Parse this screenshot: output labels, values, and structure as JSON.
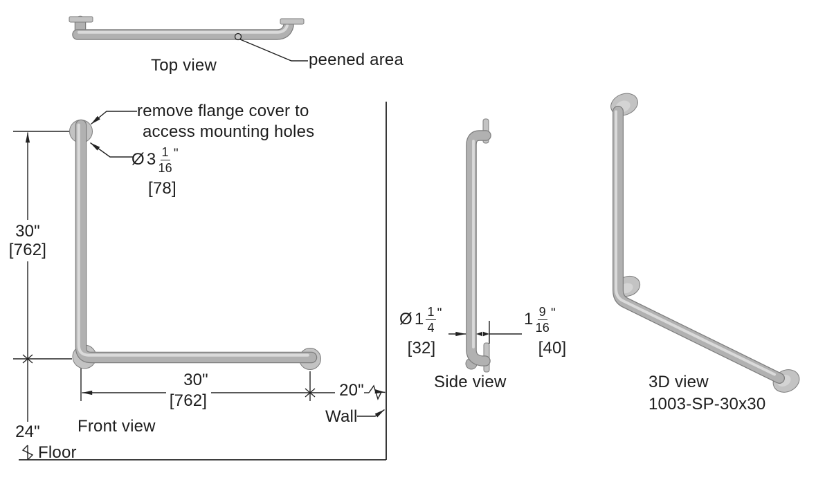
{
  "colors": {
    "line": "#222222",
    "text": "#1d1d1d",
    "bar_base": "#b1b1b1",
    "bar_outline": "#7d7d7d",
    "bar_highlight": "#dadada",
    "flange_fill": "#c3c3c3",
    "background": "#ffffff"
  },
  "top_view": {
    "label": "Top view",
    "peened_callout": "peened area"
  },
  "front_view": {
    "label": "Front view",
    "note_line1": "remove flange cover to",
    "note_line2": "access mounting holes",
    "flange_diameter": {
      "symbol": "Ø",
      "whole": "3",
      "numerator": "1",
      "denominator": "16",
      "unit": "\"",
      "metric": "[78]"
    },
    "height_dim": {
      "inches": "30\"",
      "metric": "[762]"
    },
    "length_dim": {
      "inches": "30\"",
      "metric": "[762]"
    },
    "wall_offset_dim": {
      "inches": "20\""
    },
    "floor_height_dim": {
      "inches": "24\""
    },
    "wall_label": "Wall",
    "floor_label": "Floor"
  },
  "side_view": {
    "label": "Side view",
    "tube_diameter": {
      "symbol": "Ø",
      "whole": "1",
      "numerator": "1",
      "denominator": "4",
      "unit": "\"",
      "metric": "[32]"
    },
    "wall_clearance": {
      "whole": "1",
      "numerator": "9",
      "denominator": "16",
      "unit": "\"",
      "metric": "[40]"
    }
  },
  "three_d_view": {
    "label": "3D view",
    "model_number": "1003-SP-30x30"
  }
}
